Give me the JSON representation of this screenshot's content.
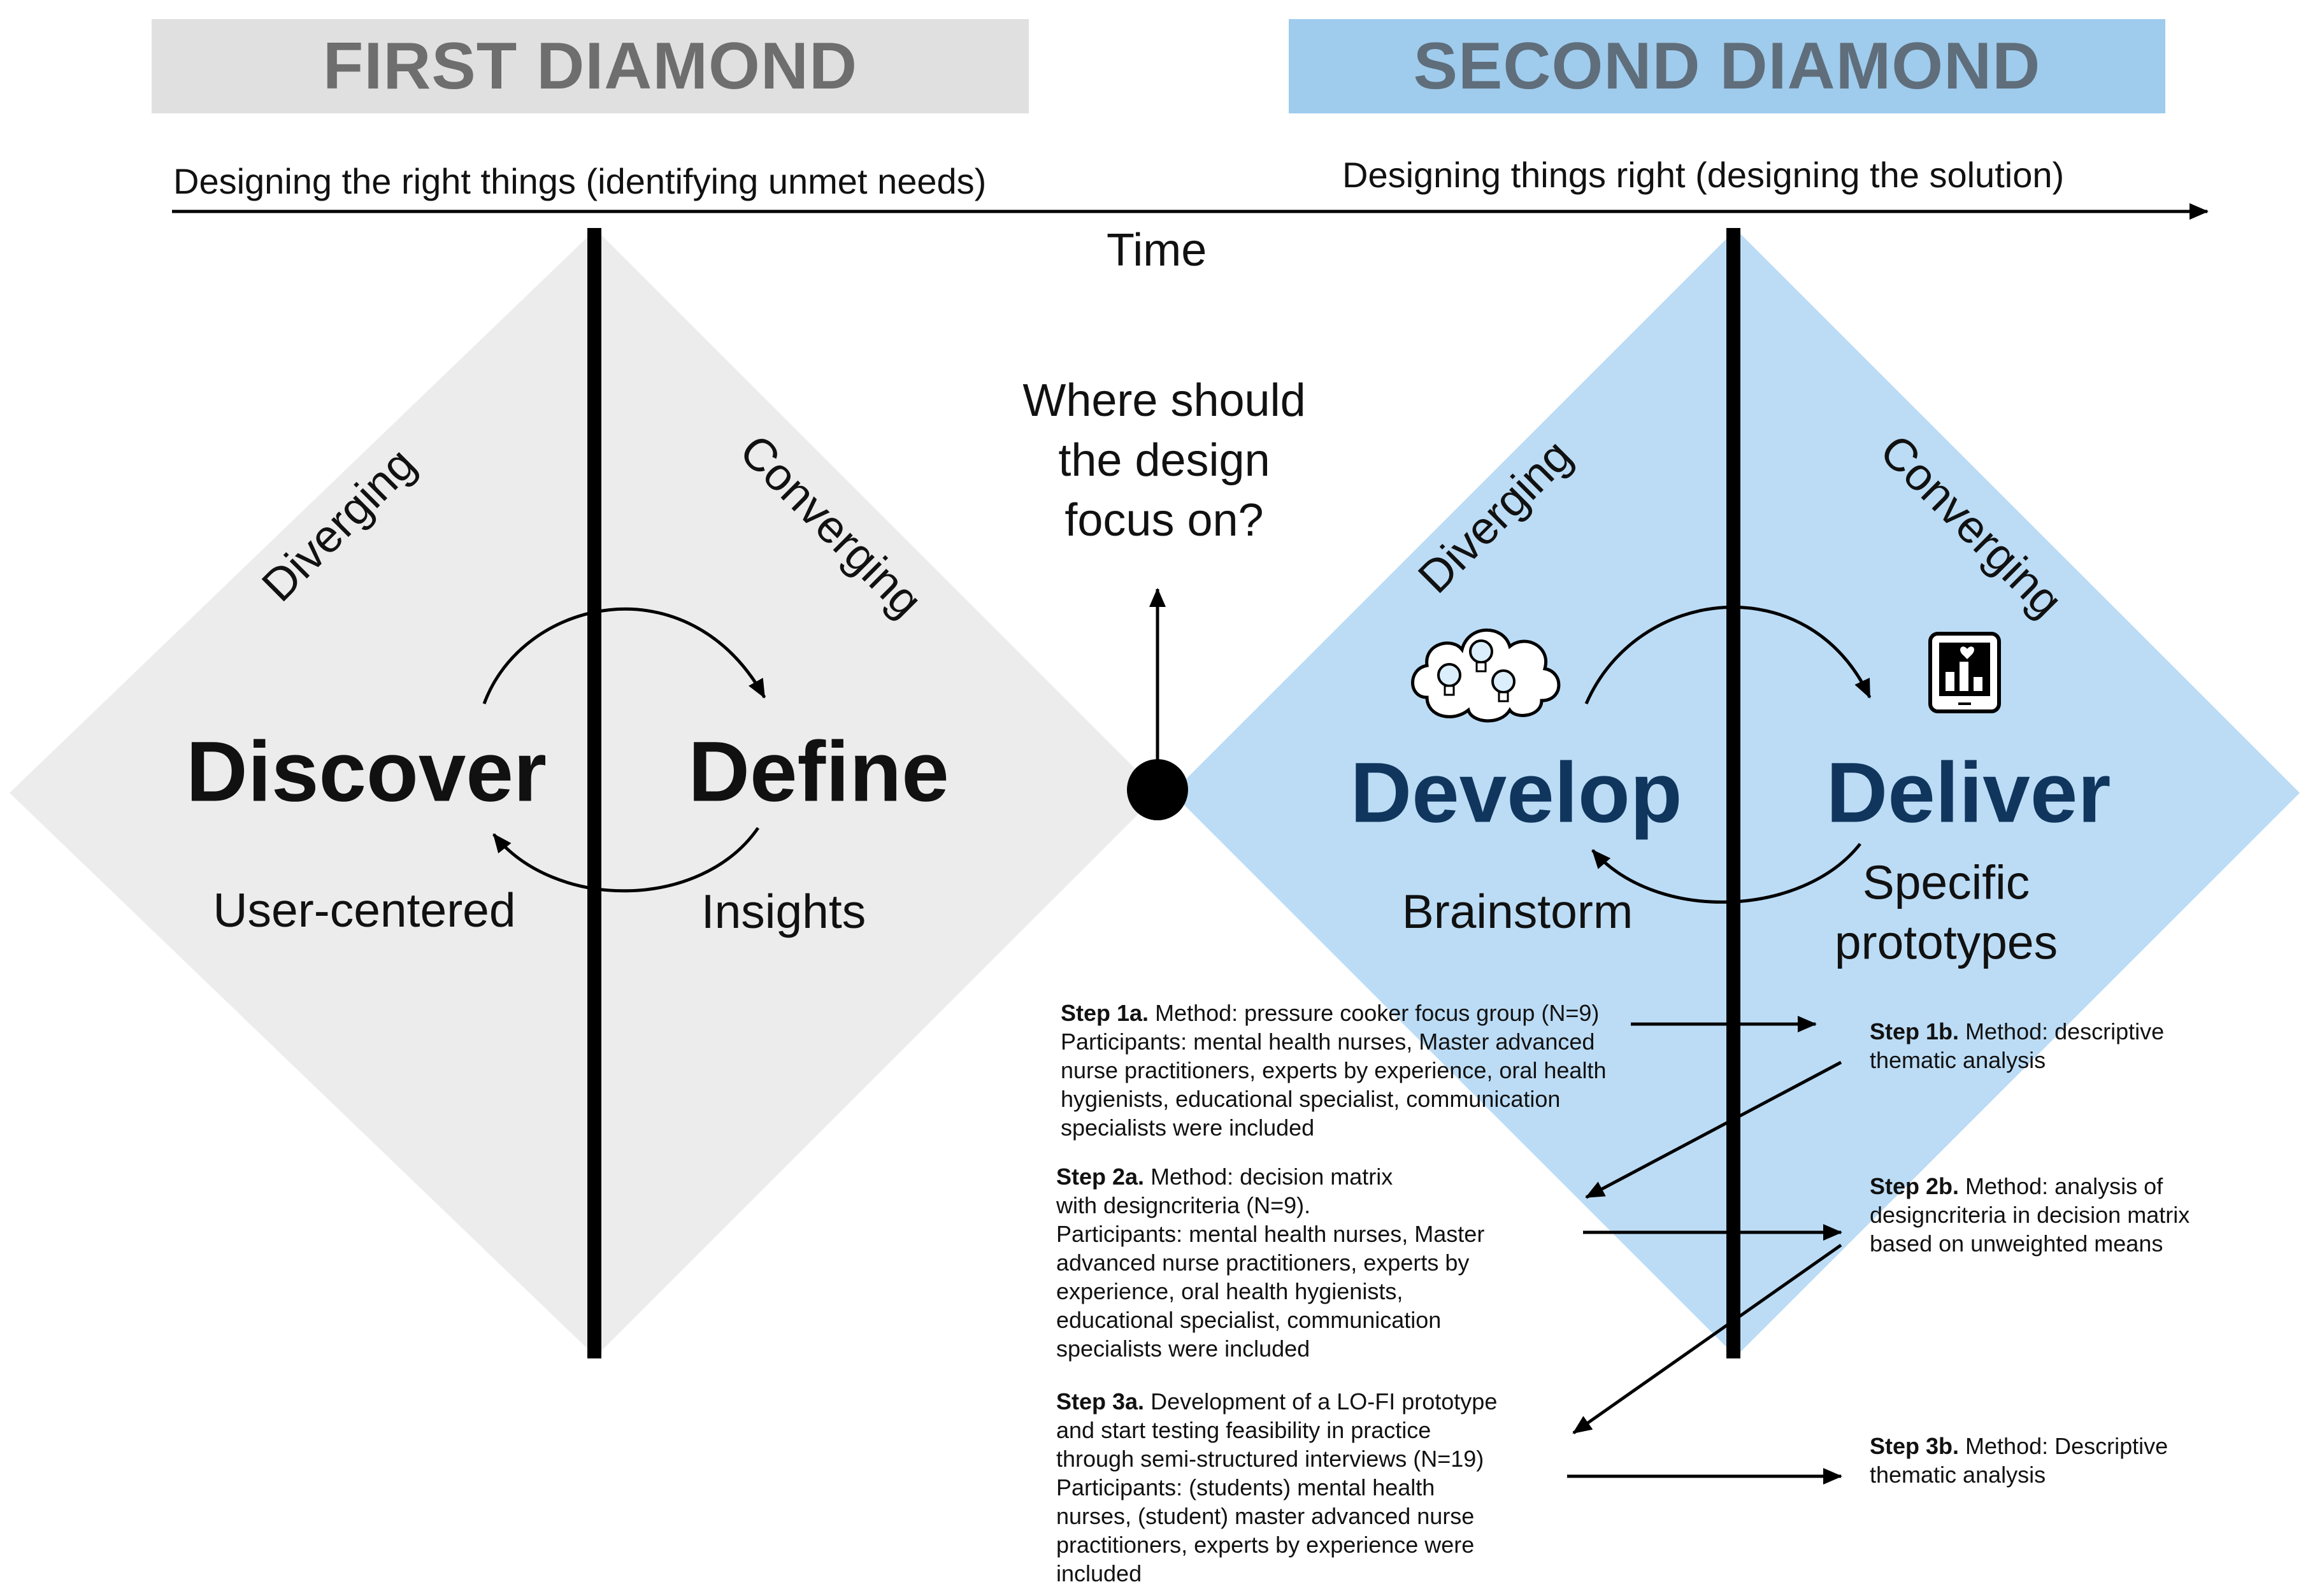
{
  "banners": {
    "first": "FIRST DIAMOND",
    "second": "SECOND DIAMOND"
  },
  "timeline": {
    "left_label": "Designing the right things (identifying unmet needs)",
    "right_label": "Designing things right (designing the solution)",
    "time_label": "Time"
  },
  "center_question": [
    "Where should",
    "the design",
    "focus on?"
  ],
  "first_diamond": {
    "diverging": "Diverging",
    "converging": "Converging",
    "discover": "Discover",
    "define": "Define",
    "discover_sub": "User-centered",
    "define_sub": "Insights"
  },
  "second_diamond": {
    "diverging": "Diverging",
    "converging": "Converging",
    "develop": "Develop",
    "deliver": "Deliver",
    "develop_sub": "Brainstorm",
    "deliver_sub": [
      "Specific",
      "prototypes"
    ]
  },
  "icons": [
    "lightbulb-cloud-icon",
    "tablet-chart-icon"
  ],
  "steps": {
    "s1a": {
      "head": "Step 1a.",
      "lines": [
        " Method: pressure cooker focus group (N=9)",
        "Participants: mental health nurses, Master advanced",
        "nurse practitioners, experts by experience, oral health",
        "hygienists, educational specialist, communication",
        "specialists were included"
      ]
    },
    "s1b": {
      "head": "Step 1b.",
      "lines": [
        " Method: descriptive",
        "thematic analysis"
      ]
    },
    "s2a": {
      "head": "Step 2a.",
      "lines": [
        " Method: decision matrix",
        "with designcriteria  (N=9).",
        "Participants: mental health nurses, Master",
        "advanced nurse practitioners, experts by",
        "experience, oral health hygienists,",
        "educational specialist, communication",
        "specialists were included"
      ]
    },
    "s2b": {
      "head": "Step 2b.",
      "lines": [
        " Method: analysis of",
        "designcriteria in decision matrix",
        "based on unweighted means"
      ]
    },
    "s3a": {
      "head": "Step 3a.",
      "lines": [
        " Development of a LO-FI prototype",
        "and start testing feasibility in practice",
        "through semi-structured interviews (N=19)",
        "Participants: (students) mental health",
        "nurses, (student) master advanced nurse",
        "practitioners, experts by experience were",
        "included"
      ]
    },
    "s3b": {
      "head": "Step 3b.",
      "lines": [
        " Method: Descriptive",
        "thematic analysis"
      ]
    }
  },
  "colors": {
    "first_banner": "#e0e0e0",
    "first_banner_text": "#6e6e6e",
    "second_banner": "#9fcbed",
    "second_banner_text": "#5f6e7a",
    "first_diamond_fill": "#ececec",
    "second_diamond_fill": "#bcdcf5",
    "develop_text": "#10365e",
    "line": "#000000"
  }
}
